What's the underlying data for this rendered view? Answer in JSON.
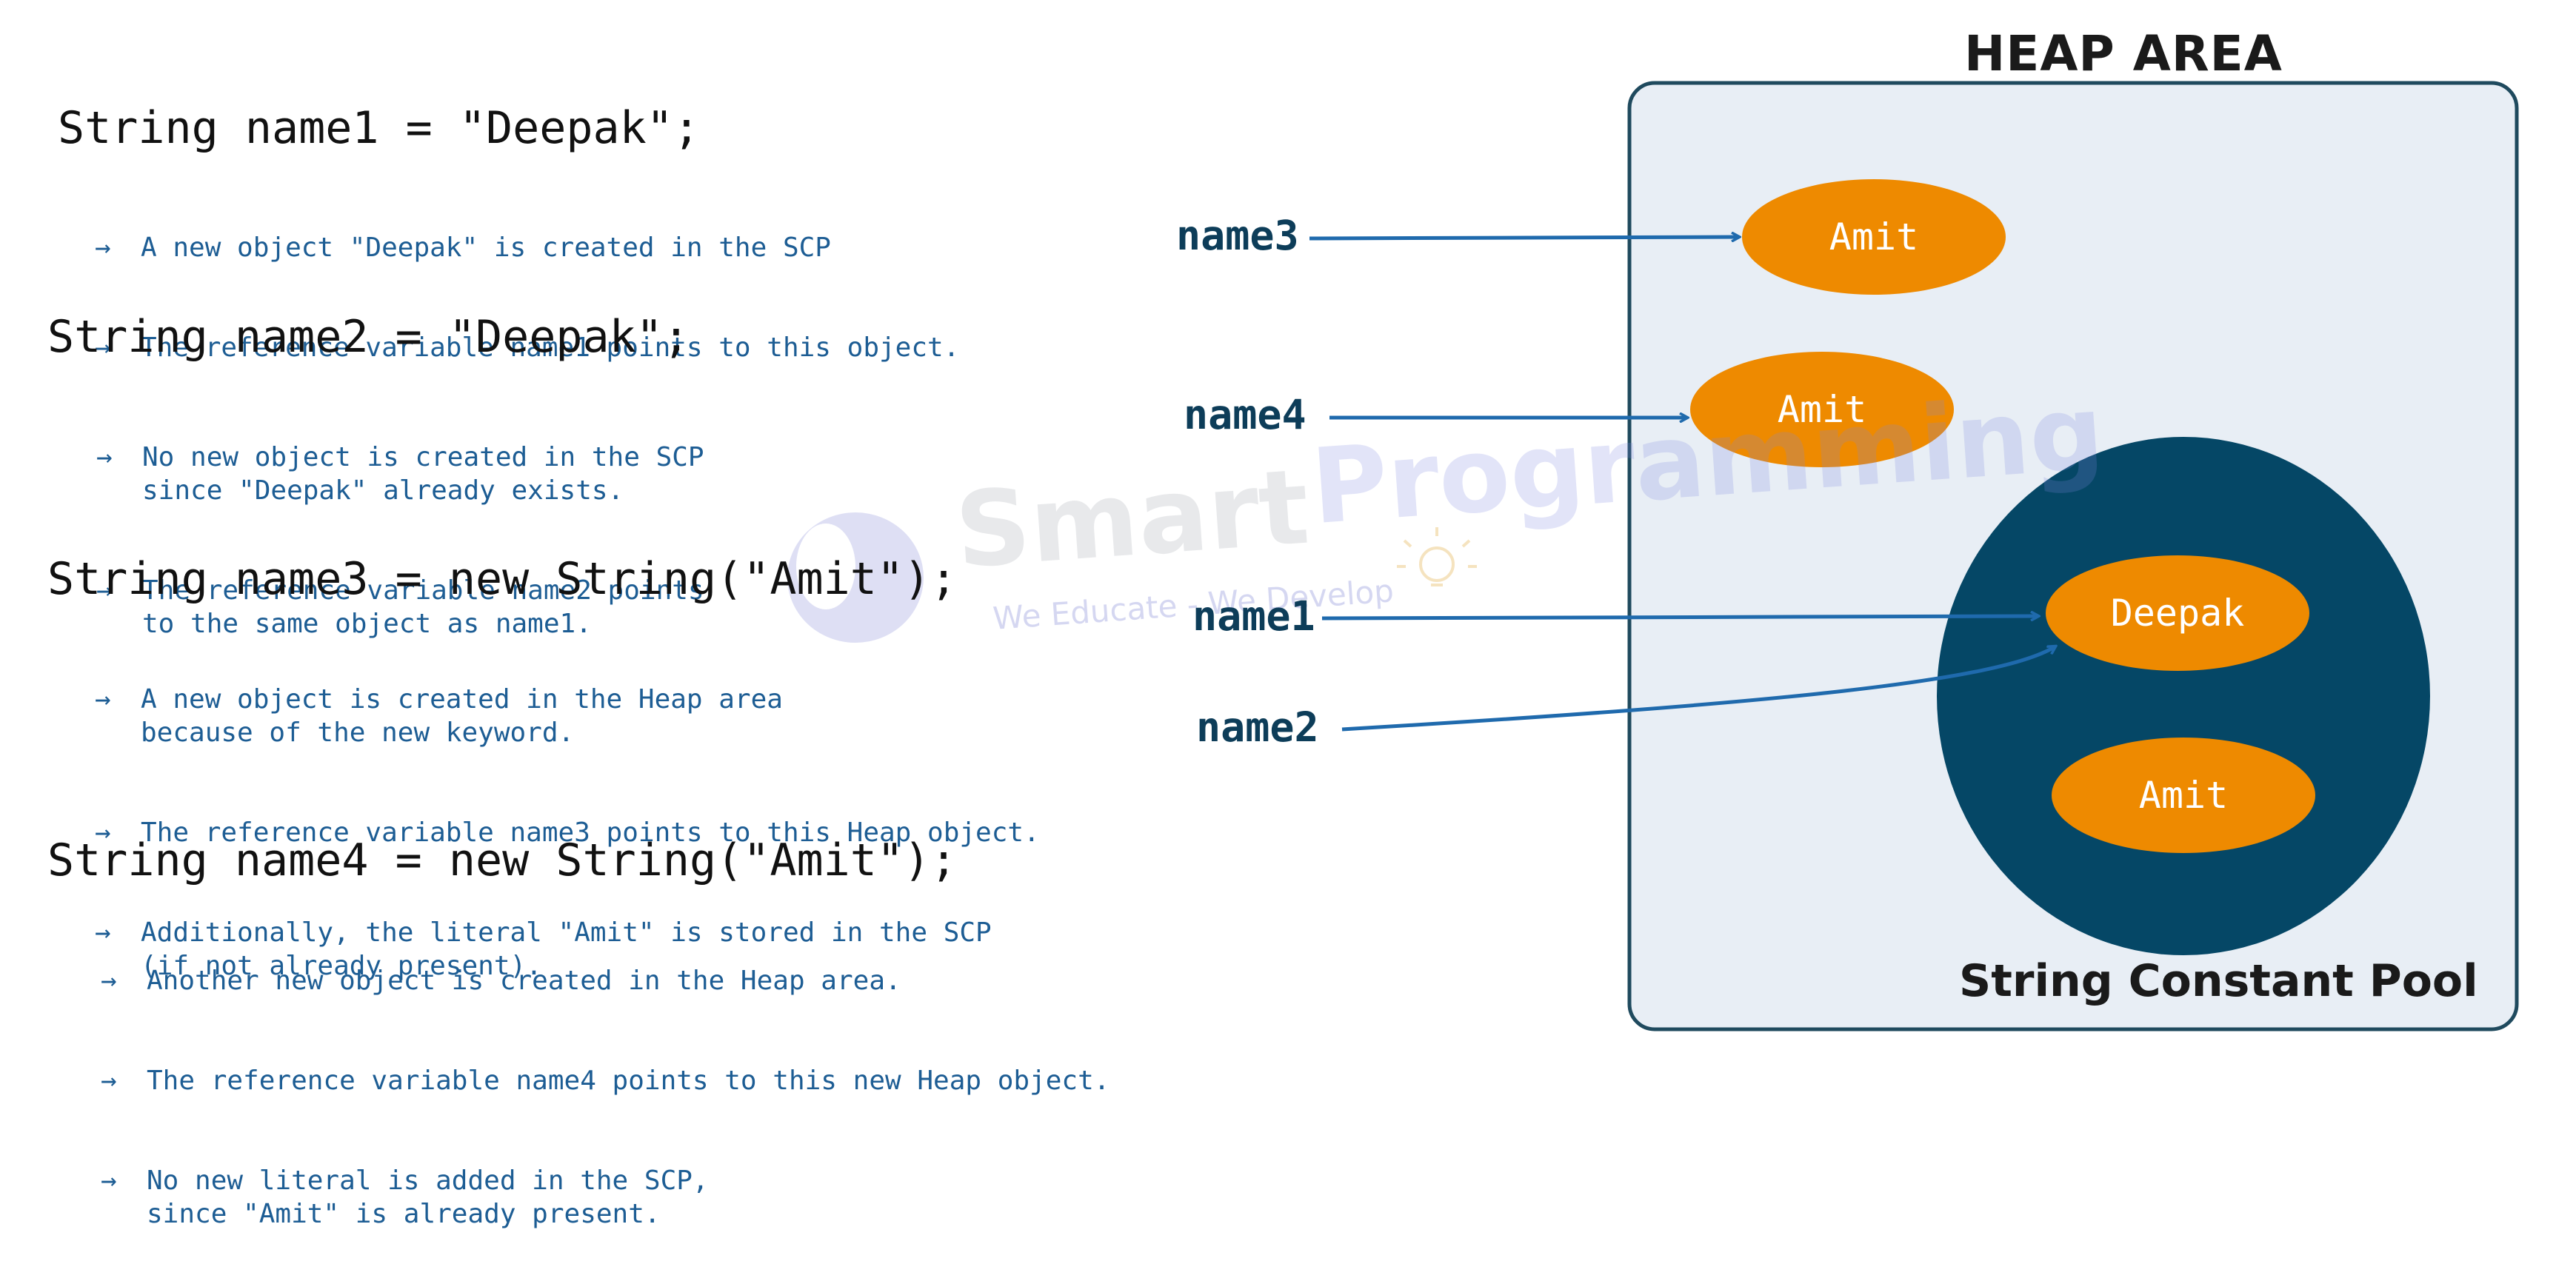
{
  "statements": [
    {
      "code": "String name1 = \"Deepak\";",
      "notes": [
        [
          "A new object \"Deepak\" is created in the SCP"
        ],
        [
          "The reference variable name1 points to this object."
        ]
      ]
    },
    {
      "code": "String name2 = \"Deepak\";",
      "notes": [
        [
          "No new object is created in the SCP",
          "since \"Deepak\" already exists."
        ],
        [
          "The reference variable name2 points",
          "to the same object as name1."
        ]
      ]
    },
    {
      "code": "String name3 = new String(\"Amit\");",
      "notes": [
        [
          "A new object is created in the Heap area",
          "because of the new keyword."
        ],
        [
          "The reference variable name3 points to this Heap object."
        ],
        [
          "Additionally, the literal \"Amit\" is stored in the SCP",
          "(if not already present)."
        ]
      ]
    },
    {
      "code": "String name4 = new String(\"Amit\");",
      "notes": [
        [
          "Another new object is created in the Heap area."
        ],
        [
          "The reference variable name4 points to this new Heap object."
        ],
        [
          "No new literal is added in the SCP,",
          "since \"Amit\" is already present."
        ]
      ]
    }
  ],
  "arrow_glyph": "→",
  "heap": {
    "title": "HEAP AREA",
    "pool_title": "String Constant Pool",
    "objects": {
      "heap_amit_1": "Amit",
      "heap_amit_2": "Amit",
      "scp_deepak": "Deepak",
      "scp_amit": "Amit"
    }
  },
  "variables": {
    "name1": "name1",
    "name2": "name2",
    "name3": "name3",
    "name4": "name4"
  },
  "watermark": {
    "brand_left": "Smart",
    "brand_right": "Programming",
    "tagline": "We Educate - We Develop"
  },
  "colors": {
    "code_text": "#111111",
    "note_text": "#1d5d94",
    "arrow": "#1f6aad",
    "heap_bg": "#e8eef5",
    "heap_border": "#1f4a5e",
    "pool_fill": "#054766",
    "object_fill": "#ee8a00",
    "variable_text": "#0d3d59"
  }
}
